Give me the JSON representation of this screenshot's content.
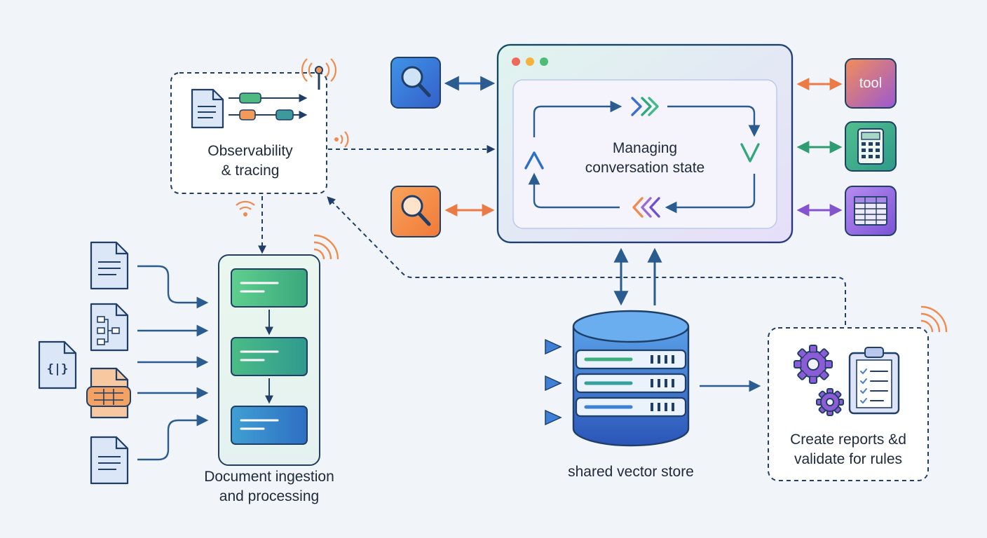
{
  "observability": {
    "line1": "Observability",
    "line2": "& tracing"
  },
  "conversation": {
    "line1": "Managing",
    "line2": "conversation state"
  },
  "ingestion": {
    "line1": "Document ingestion",
    "line2": "and processing"
  },
  "vector_store": {
    "label": "shared vector store"
  },
  "reports": {
    "line1": "Create reports &d",
    "line2": "validate for rules"
  },
  "tools": {
    "tool_label": "tool"
  },
  "colors": {
    "navy": "#1f3f68",
    "blue": "#3b82d6",
    "green": "#3fae7f",
    "orange": "#f28a4a",
    "purple": "#8b5cd6",
    "background": "#f1f4f8"
  }
}
